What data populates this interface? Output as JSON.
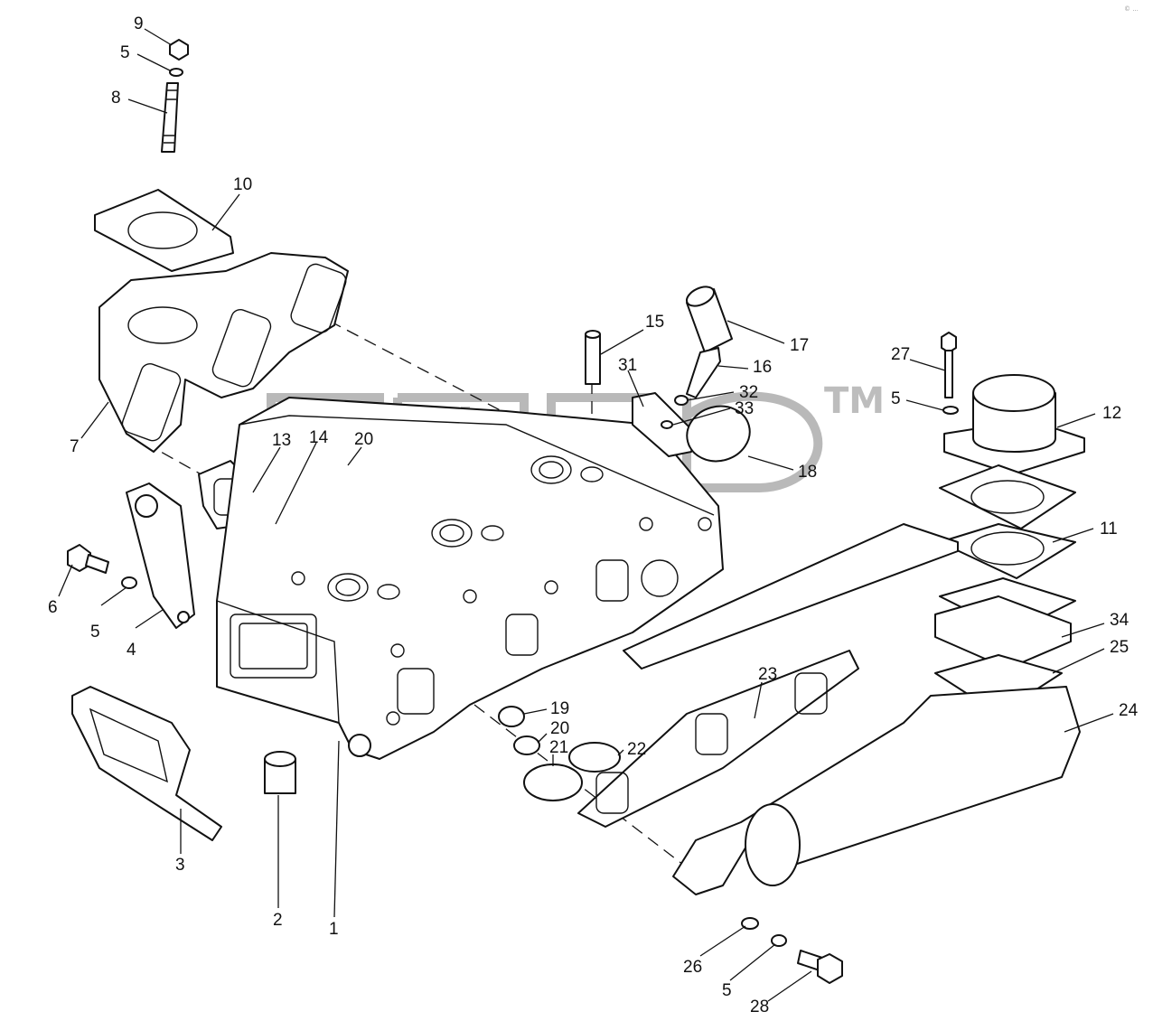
{
  "diagram": {
    "watermark_mark": "TM",
    "corner_note": "© ...",
    "callouts": [
      {
        "id": "c9",
        "text": "9"
      },
      {
        "id": "c5a",
        "text": "5"
      },
      {
        "id": "c8",
        "text": "8"
      },
      {
        "id": "c10",
        "text": "10"
      },
      {
        "id": "c7",
        "text": "7"
      },
      {
        "id": "c13",
        "text": "13"
      },
      {
        "id": "c14",
        "text": "14"
      },
      {
        "id": "c20a",
        "text": "20"
      },
      {
        "id": "c15",
        "text": "15"
      },
      {
        "id": "c17",
        "text": "17"
      },
      {
        "id": "c16",
        "text": "16"
      },
      {
        "id": "c31",
        "text": "31"
      },
      {
        "id": "c32",
        "text": "32"
      },
      {
        "id": "c33",
        "text": "33"
      },
      {
        "id": "c18",
        "text": "18"
      },
      {
        "id": "c27",
        "text": "27"
      },
      {
        "id": "c5b",
        "text": "5"
      },
      {
        "id": "c12",
        "text": "12"
      },
      {
        "id": "c11",
        "text": "11"
      },
      {
        "id": "c34",
        "text": "34"
      },
      {
        "id": "c25",
        "text": "25"
      },
      {
        "id": "c24",
        "text": "24"
      },
      {
        "id": "c6",
        "text": "6"
      },
      {
        "id": "c5c",
        "text": "5"
      },
      {
        "id": "c4",
        "text": "4"
      },
      {
        "id": "c3",
        "text": "3"
      },
      {
        "id": "c2",
        "text": "2"
      },
      {
        "id": "c1",
        "text": "1"
      },
      {
        "id": "c19",
        "text": "19"
      },
      {
        "id": "c20b",
        "text": "20"
      },
      {
        "id": "c21",
        "text": "21"
      },
      {
        "id": "c22",
        "text": "22"
      },
      {
        "id": "c23",
        "text": "23"
      },
      {
        "id": "c26",
        "text": "26"
      },
      {
        "id": "c5d",
        "text": "5"
      },
      {
        "id": "c28",
        "text": "28"
      }
    ]
  }
}
